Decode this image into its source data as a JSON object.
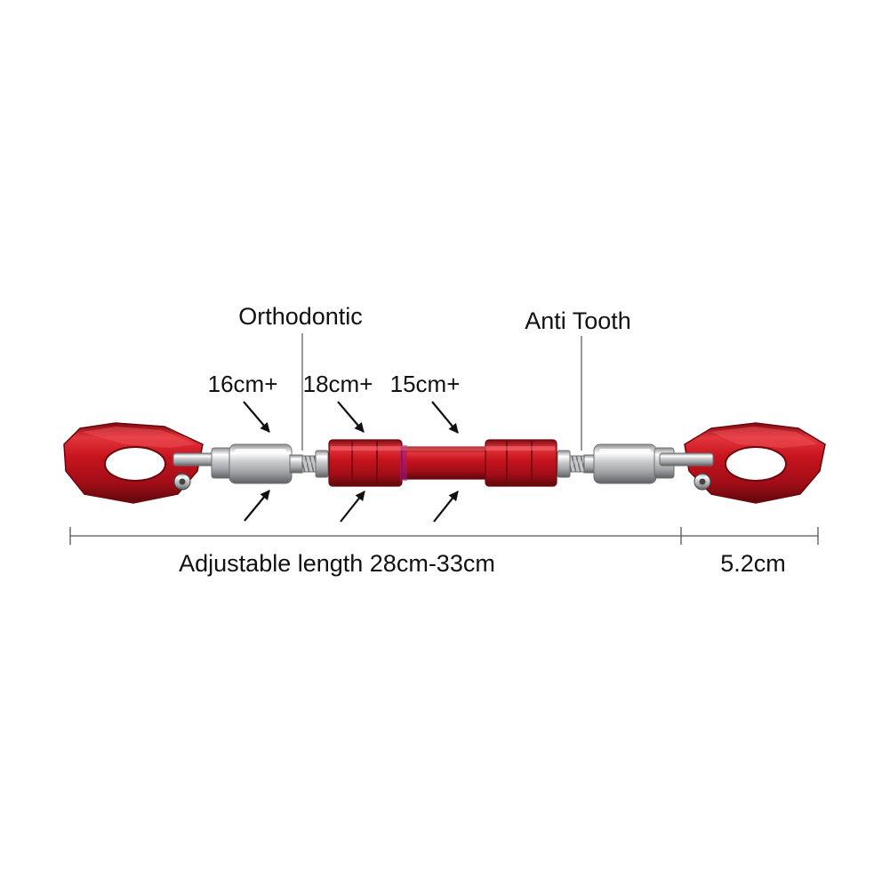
{
  "callouts": {
    "orthodontic": "Orthodontic",
    "anti_tooth": "Anti Tooth",
    "seg_left": "16cm+",
    "seg_middle": "18cm+",
    "seg_right": "15cm+"
  },
  "dimensions": {
    "adjustable_length": "Adjustable length 28cm-33cm",
    "clamp_width": "5.2cm"
  },
  "colors": {
    "anodized_red": "#c8141e",
    "red_dark": "#7e0a10",
    "red_light": "#f0454c",
    "chrome": "#d9dadc",
    "chrome_dark": "#7d7f83",
    "ink": "#111111"
  }
}
